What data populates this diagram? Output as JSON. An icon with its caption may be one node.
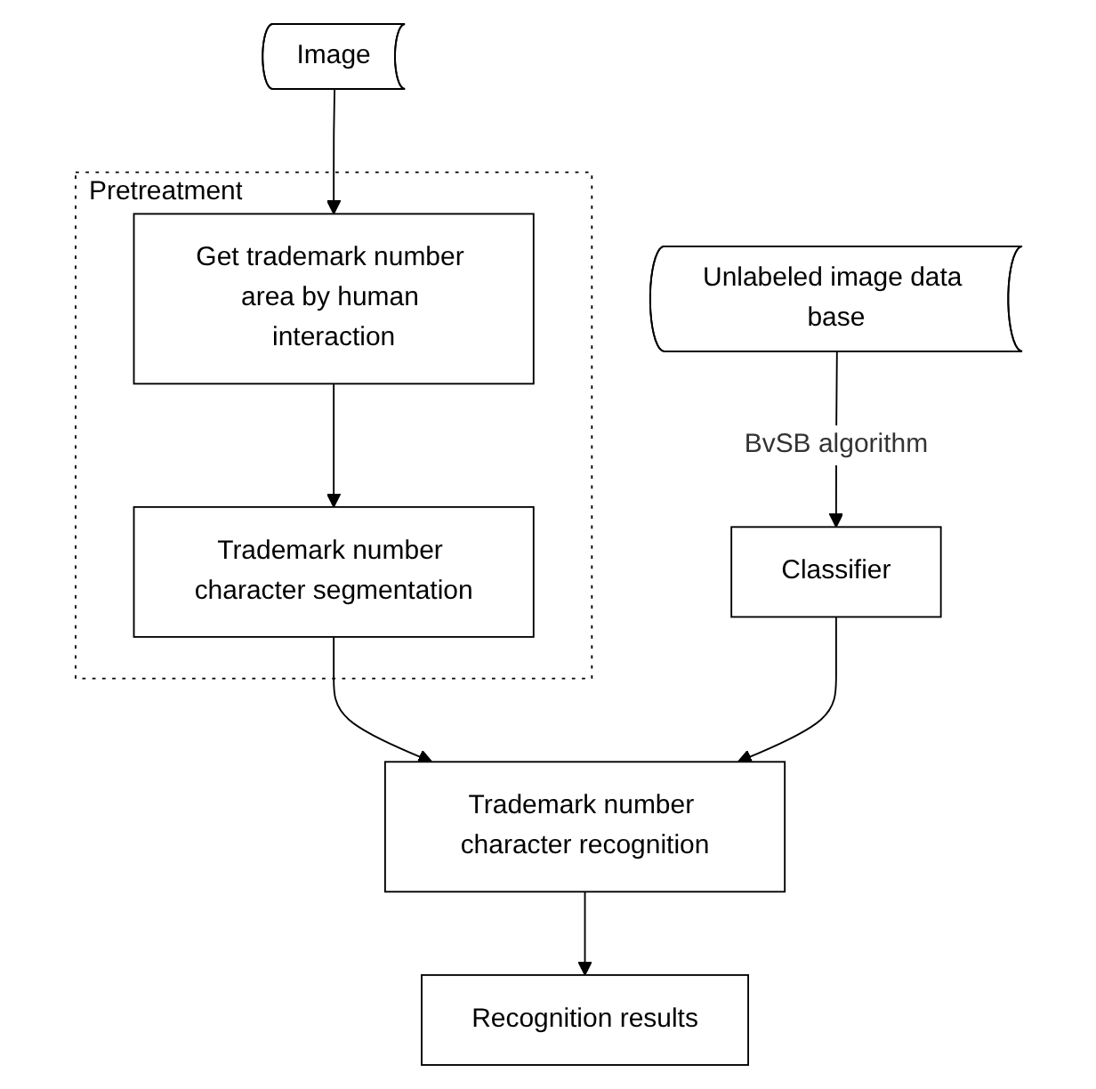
{
  "diagram": {
    "nodes": [
      {
        "text": [
          "Image"
        ]
      },
      {
        "text": [
          "Pretreatment"
        ]
      },
      {
        "text": [
          "Get trademark number area by human interaction"
        ],
        "in": 1
      },
      {
        "text": [
          "Trademark number character segmentation"
        ],
        "in": 1
      },
      {
        "text": [
          "Unlabeled image data base"
        ]
      },
      {
        "text": [
          "Classifier"
        ]
      },
      {
        "text": [
          "Trademark number character recognition"
        ]
      },
      {
        "text": [
          "Recognition results"
        ]
      }
    ],
    "edges": [
      {
        "from": 0,
        "to": 2,
        "arrow": "to"
      },
      {
        "from": 2,
        "to": 3,
        "arrow": "to"
      },
      {
        "from": 3,
        "to": 6,
        "arrow": "to"
      },
      {
        "from": 4,
        "to": 5,
        "arrow": "to",
        "label": "BvSB algorithm"
      },
      {
        "from": 5,
        "to": 6,
        "arrow": "to"
      },
      {
        "from": 6,
        "to": 7,
        "arrow": "to"
      }
    ]
  }
}
